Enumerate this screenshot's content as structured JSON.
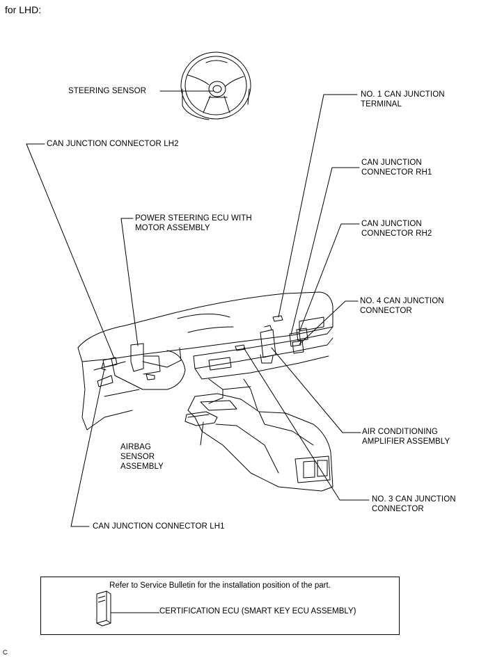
{
  "header": {
    "title": "for LHD:"
  },
  "labels": {
    "steering_sensor": [
      "STEERING SENSOR"
    ],
    "no1_can_junction_terminal": [
      "NO. 1 CAN JUNCTION",
      "TERMINAL"
    ],
    "can_junction_connector_lh2": [
      "CAN JUNCTION CONNECTOR LH2"
    ],
    "can_junction_connector_rh1": [
      "CAN JUNCTION",
      "CONNECTOR RH1"
    ],
    "power_steering_ecu": [
      "POWER STEERING ECU WITH",
      "MOTOR ASSEMBLY"
    ],
    "can_junction_connector_rh2": [
      "CAN JUNCTION",
      "CONNECTOR RH2"
    ],
    "no4_can_junction_connector": [
      "NO. 4 CAN JUNCTION",
      "CONNECTOR"
    ],
    "air_conditioning_amplifier": [
      "AIR CONDITIONING",
      "AMPLIFIER ASSEMBLY"
    ],
    "airbag_sensor_assembly": [
      "AIRBAG",
      "SENSOR",
      "ASSEMBLY"
    ],
    "no3_can_junction_connector": [
      "NO. 3 CAN JUNCTION",
      "CONNECTOR"
    ],
    "can_junction_connector_lh1": [
      "CAN JUNCTION CONNECTOR LH1"
    ]
  },
  "note": {
    "text": "Refer to Service Bulletin for the installation position of the part.",
    "certification_label": "CERTIFICATION ECU (SMART KEY ECU ASSEMBLY)"
  },
  "footer": {
    "figure_code": "C"
  },
  "colors": {
    "line": "#000000",
    "background": "#ffffff"
  }
}
